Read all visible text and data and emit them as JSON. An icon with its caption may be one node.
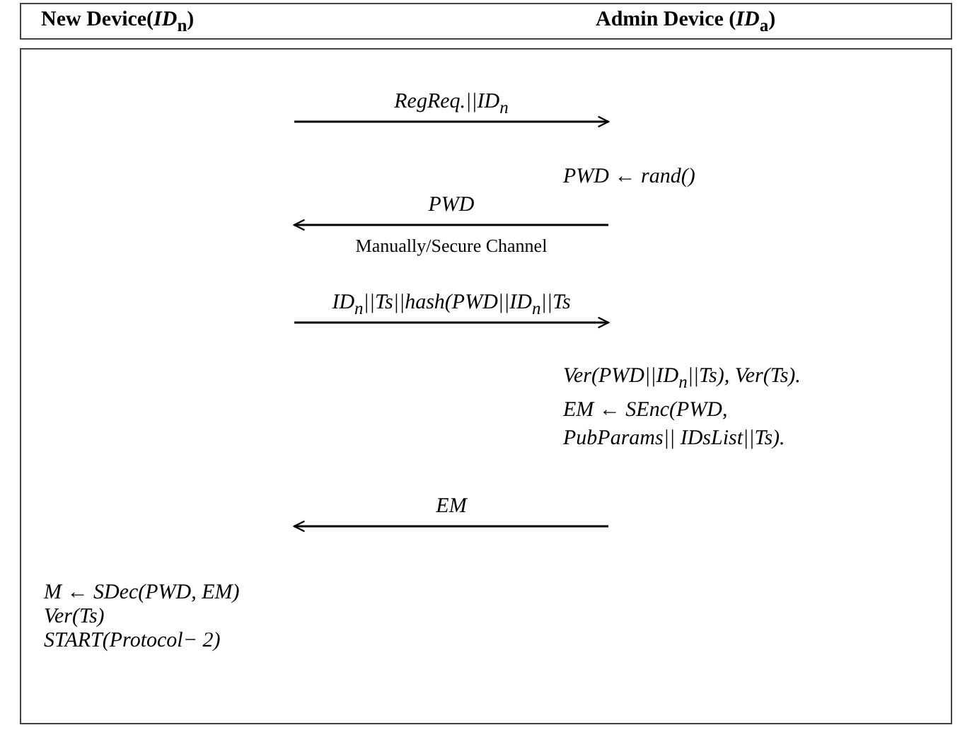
{
  "diagram": {
    "nodes": [
      {
        "text": [
          "New Device(*ID*$_{n}$)",
          "Admin Device (*ID*$_{a}$)"
        ]
      },
      {
        "text": [],
        "shape": "box"
      },
      {
        "text": [
          "PWD ← rand()"
        ],
        "in": 1
      },
      {
        "text": [
          "Ver(PWD||ID$_{n}$||Ts), Ver(Ts). EM ← SEnc(PWD, PubParams|| IDsList||Ts)."
        ],
        "in": 1
      },
      {
        "text": [
          "M ← SDec(PWD, EM) Ver(Ts) START(Protocol− 2)"
        ],
        "in": 1
      }
    ],
    "edges": [
      {
        "from": null,
        "to": 2,
        "arrow": "to",
        "label": "RegReq.||ID$_{n}$"
      },
      {
        "from": 2,
        "to": null,
        "arrow": "to",
        "label": "PWD"
      },
      {
        "from": null,
        "to": 3,
        "arrow": "to",
        "label": "ID$_{n}$||Ts||hash(PWD||ID$_{n}$||Ts"
      },
      {
        "from": 3,
        "to": 4,
        "arrow": "to",
        "label": "EM"
      }
    ],
    "labels": [
      "Manually/Secure Channel"
    ]
  }
}
